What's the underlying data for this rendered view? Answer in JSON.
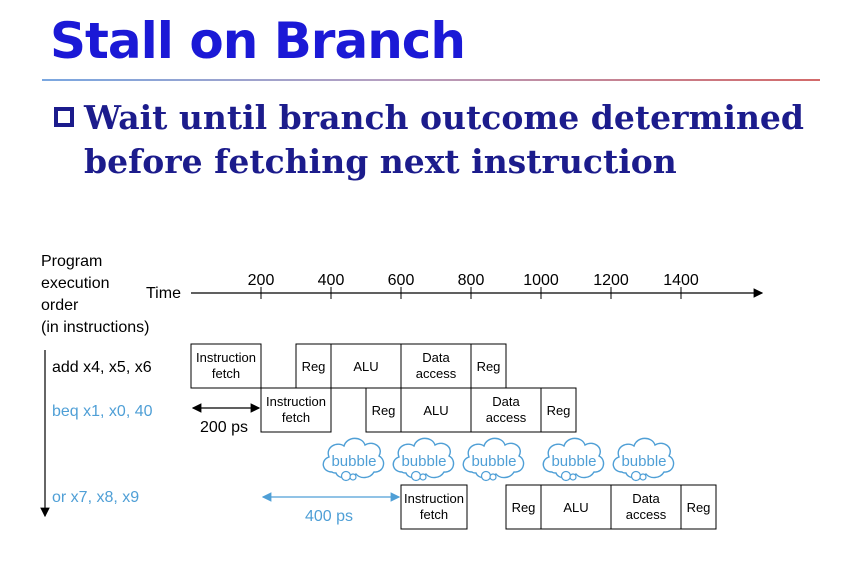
{
  "slide": {
    "title": "Stall on Branch",
    "bullet": "Wait until branch outcome determined before fetching next instruction"
  },
  "diagram": {
    "axis_label_lines": [
      "Program",
      "execution",
      "order",
      "(in instructions)"
    ],
    "time_label": "Time",
    "ticks": [
      "200",
      "400",
      "600",
      "800",
      "1000",
      "1200",
      "1400"
    ],
    "instructions": [
      {
        "text": "add x4, x5, x6",
        "color": "#000000"
      },
      {
        "text": "beq x1, x0, 40",
        "color": "#4f9fd6"
      },
      {
        "text": "or x7, x8, x9",
        "color": "#4f9fd6"
      }
    ],
    "stages": {
      "fetch": [
        "Instruction",
        "fetch"
      ],
      "reg": "Reg",
      "alu": "ALU",
      "mem": [
        "Data",
        "access"
      ]
    },
    "bubble_label": "bubble",
    "gap_labels": [
      "200 ps",
      "400 ps"
    ],
    "colors": {
      "accent": "#4f9fd6",
      "title": "#1b19d6",
      "bullet": "#1c1c8c"
    }
  }
}
